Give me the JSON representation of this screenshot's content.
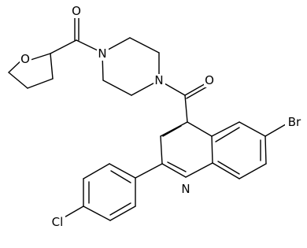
{
  "molecule": {
    "atoms": {
      "o_thf": "O",
      "o_carbonyl_top": "O",
      "n_pip_left": "N",
      "n_pip_right": "N",
      "o_carbonyl_mid": "O",
      "br": "Br",
      "n_quinoline": "N",
      "cl": "Cl"
    }
  }
}
